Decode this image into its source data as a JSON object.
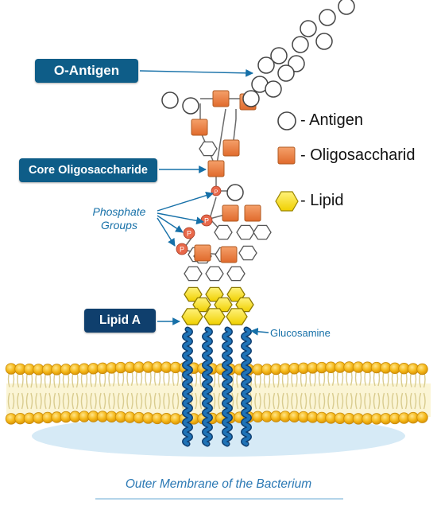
{
  "labels": {
    "o_antigen": "O-Antigen",
    "core_oligosaccharide": "Core Oligosaccharide",
    "lipid_a": "Lipid A",
    "phosphate_line1": "Phosphate",
    "phosphate_line2": "Groups",
    "glucosamine": "Glucosamine",
    "phosphate_symbol": "P"
  },
  "legend": [
    {
      "text": "- Antigen",
      "symbol": "white-circle"
    },
    {
      "text": "- Oligosaccharid",
      "symbol": "orange-square"
    },
    {
      "text": "- Lipid",
      "symbol": "yellow-hexagon"
    }
  ],
  "caption": "Outer Membrane of the Bacterium",
  "colors": {
    "label_box": "#0e5d88",
    "lipid_a_box": "#0f3f6d",
    "annotation_text": "#1670a8",
    "antigen_fill": "#ffffff",
    "oligosaccharide_fill": "#ee7f42",
    "lipid_fill": "#f7e31c",
    "phosphate_fill": "#e8684a",
    "membrane_head": "#f3b416",
    "fatty_acid_chain": "#1f73b7"
  }
}
